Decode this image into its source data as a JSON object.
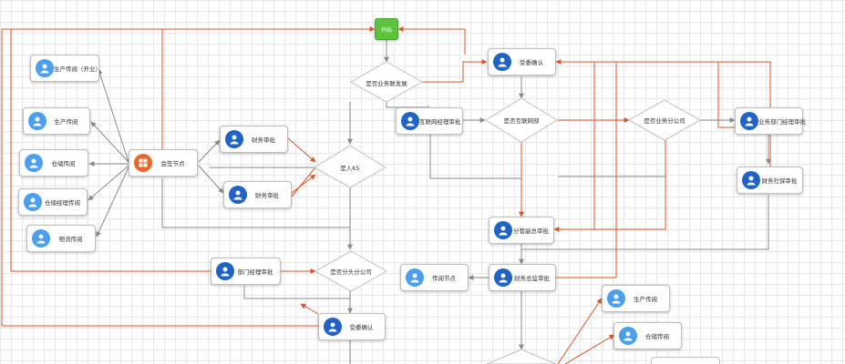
{
  "start": {
    "label": "开始"
  },
  "decisions": {
    "is_biz_dev": "是否业务联发展",
    "is_internet_dept": "是否互联网部",
    "is_biz_sub": "是否业务分公司",
    "amount_k5": "是入K5",
    "is_branch": "是否分头分公司"
  },
  "nodes": {
    "product_ph": "生产传阅（开业）",
    "product": "生产传阅",
    "warehouse": "仓储传阅",
    "warehouse_mgr": "仓储经理传阅",
    "logistics": "物流传阅",
    "merge": "会签节点",
    "finance_review_1": "财务审批",
    "finance_review_2": "财务审批",
    "dept_mgr_review": "部门经理审批",
    "record_confirm_bottom": "受委确认",
    "record_confirm_top": "受委确认",
    "internet_mgr_review": "互联网经理审批",
    "biz_dept_mgr_review": "业务部门经理审批",
    "finance_hr_review": "财务社保审批",
    "sub_exec_review": "分管副总审批",
    "read_node": "传阅节点",
    "finance_gm_review": "财务总监审批",
    "product_right": "生产传阅",
    "warehouse_right": "仓储传阅"
  },
  "colors": {
    "edge_gray": "#8a8a8a",
    "edge_orange": "#d9572b",
    "start_green": "#5cc33d",
    "avatar_light": "#4aa0ee",
    "avatar_dark": "#1f63c6",
    "merge_orange": "#e8662b"
  },
  "icons": {
    "person": "person-icon",
    "merge": "grid-icon"
  }
}
